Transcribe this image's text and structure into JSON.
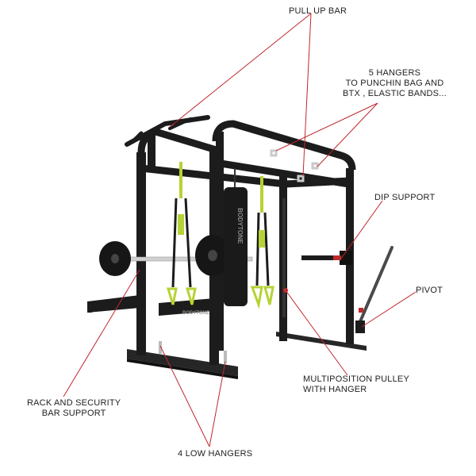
{
  "labels": {
    "pull_up_bar": "PULL UP BAR",
    "hangers_line1": "5 HANGERS",
    "hangers_line2": "TO PUNCHIN BAG  AND",
    "hangers_line3": "BTX , ELASTIC BANDS...",
    "dip_support": "DIP SUPPORT",
    "pivot": "PIVOT",
    "pulley_line1": "MULTIPOSITION PULLEY",
    "pulley_line2": "WITH HANGER",
    "rack_line1": "RACK AND SECURITY",
    "rack_line2": "BAR SUPPORT",
    "low_hangers": "4 LOW HANGERS"
  },
  "product": {
    "brand_on_bag": "BODYTONE",
    "brand_on_base": "BODYTONE"
  },
  "colors": {
    "callout_line": "#c0282c",
    "frame": "#1c1c1c",
    "strap_accent": "#b5d334",
    "label_text": "#222222"
  }
}
